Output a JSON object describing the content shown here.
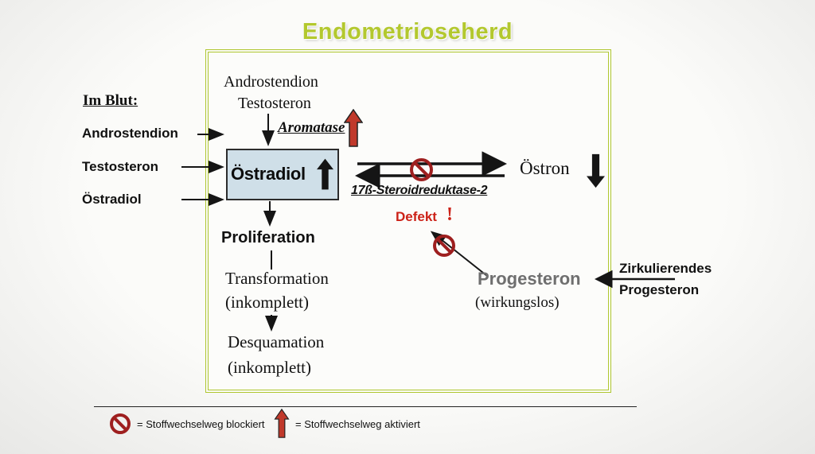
{
  "title": "Endometrioseherd",
  "colors": {
    "accent_green": "#b3c82e",
    "alert_red": "#cc2218",
    "blocked_red": "#9e1f1f",
    "activated_arrow_red": "#c0392b",
    "estradiol_box_fill": "#cfdfe8",
    "progesterone_gray": "#6f6f6f"
  },
  "blood_panel": {
    "heading": "Im Blut:",
    "items": [
      "Androstendion",
      "Testosteron",
      "Östradiol"
    ]
  },
  "pathway": {
    "precursor_1": "Androstendion",
    "precursor_2": "Testosteron",
    "aromatase_label": "Aromatase",
    "estradiol_label": "Östradiol",
    "reductase_label": "17ß-Steroidreduktase-2",
    "defect_label": "Defekt",
    "defect_exclamation": "!",
    "estrone_label": "Östron",
    "proliferation_label": "Proliferation",
    "transformation_label": "Transformation",
    "transformation_note": "(inkomplett)",
    "desquamation_label": "Desquamation",
    "desquamation_note": "(inkomplett)",
    "progesterone_label": "Progesteron",
    "progesterone_note": "(wirkungslos)",
    "circulating_label_1": "Zirkulierendes",
    "circulating_label_2": "Progesteron"
  },
  "legend": {
    "blocked_label": "= Stoffwechselweg blockiert",
    "activated_label": "= Stoffwechselweg aktiviert"
  }
}
